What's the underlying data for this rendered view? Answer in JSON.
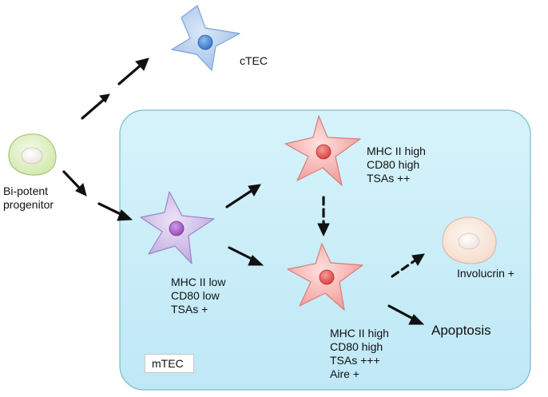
{
  "labels": {
    "ctec": "cTEC",
    "bipotent": [
      "Bi-potent",
      "progenitor"
    ],
    "mtec_intermediate": [
      "MHC II low",
      "CD80 low",
      "TSAs +"
    ],
    "mtec_high_1": [
      "MHC II high",
      "CD80 high",
      "TSAs ++"
    ],
    "mtec_high_2": [
      "MHC II high",
      "CD80 high",
      "TSAs +++",
      "Aire +"
    ],
    "involucrin": "Involucrin +",
    "apoptosis": "Apoptosis",
    "mtec_region": "mTEC"
  },
  "colors": {
    "ctec_cell": "#a9c6ec",
    "ctec_nucleus": "#3a80d0",
    "progenitor_cell": "#dff0c0",
    "mtec_intermediate_cell": "#cbb7e6",
    "mtec_intermediate_nucleus": "#a25cc7",
    "mtec_high_cell": "#f7a7a5",
    "mtec_high_nucleus": "#e25454",
    "involucrin_cell": "#fbe7da",
    "mtec_region_fill": "#c6ecf8",
    "mtec_region_border": "#7fb8cc",
    "arrow": "#111111"
  },
  "icons": [
    "star-cell",
    "round-cell",
    "solid-arrow",
    "dashed-arrow"
  ]
}
